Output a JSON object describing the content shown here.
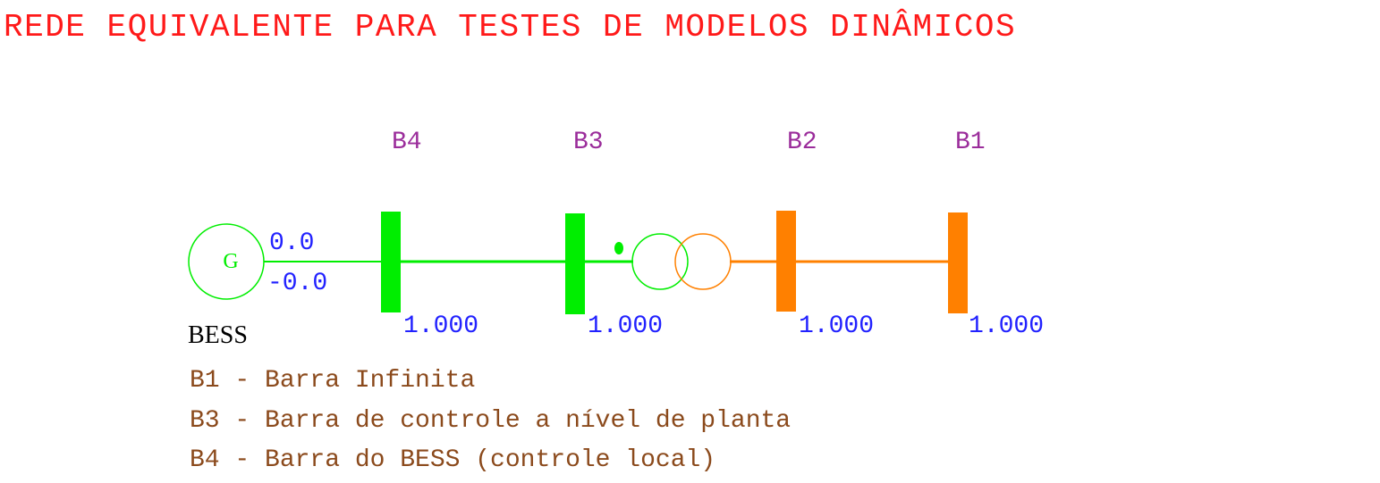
{
  "title": "REDE EQUIVALENTE PARA TESTES DE MODELOS DINÂMICOS",
  "colors": {
    "title": "#ff1a1a",
    "bus_label": "#9b2d9b",
    "value": "#2222ff",
    "green": "#00ee00",
    "orange": "#ff8000",
    "legend": "#8b4a1c",
    "black": "#000000"
  },
  "buses": [
    {
      "name": "B4",
      "voltage": "1.000",
      "color": "green"
    },
    {
      "name": "B3",
      "voltage": "1.000",
      "color": "green"
    },
    {
      "name": "B2",
      "voltage": "1.000",
      "color": "orange"
    },
    {
      "name": "B1",
      "voltage": "1.000",
      "color": "orange"
    }
  ],
  "generator": {
    "symbol": "G",
    "name": "BESS",
    "p_value": "0.0",
    "q_value": "-0.0"
  },
  "legend": [
    "B1 - Barra Infinita",
    "B3 - Barra de controle a nível de planta",
    "B4 - Barra do BESS (controle local)"
  ]
}
